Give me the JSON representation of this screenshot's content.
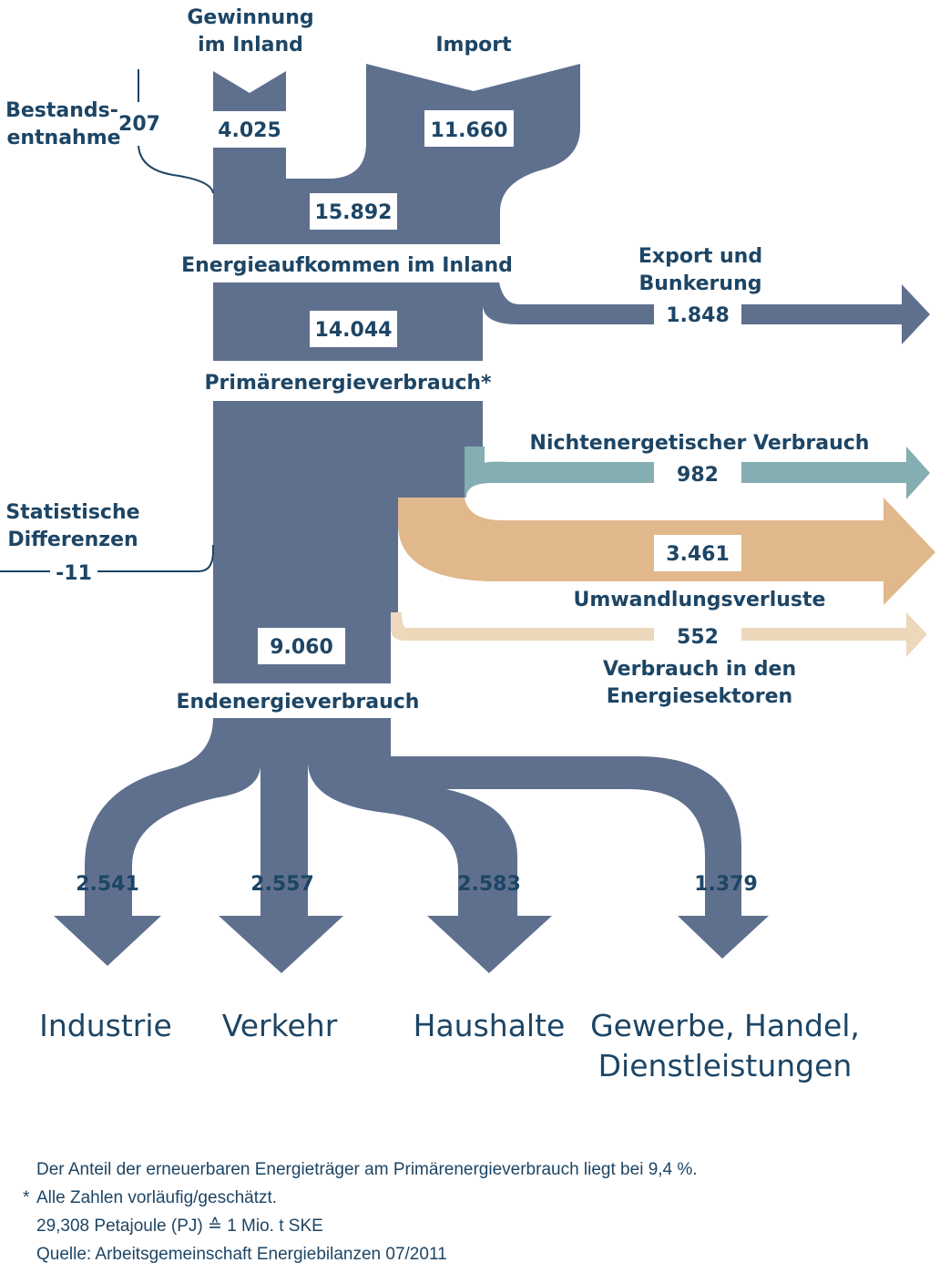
{
  "colors": {
    "main": "#5f708e",
    "teal": "#84aeb1",
    "orange": "#e1b88c",
    "light_orange": "#eed8bb",
    "text": "#1d4565",
    "box": "#ffffff"
  },
  "labels": {
    "gewinnung": [
      "Gewinnung",
      "im Inland"
    ],
    "import": "Import",
    "bestand": [
      "Bestands-",
      "entnahme"
    ],
    "aufkommen": "Energieaufkommen im Inland",
    "export": [
      "Export und",
      "Bunkerung"
    ],
    "primaer": "Primärenergieverbrauch*",
    "nichtenergetisch": "Nichtenergetischer Verbrauch",
    "statistisch": [
      "Statistische",
      "Differenzen"
    ],
    "umwandlung": "Umwandlungsverluste",
    "energiesektoren": [
      "Verbrauch in den",
      "Energiesektoren"
    ],
    "endenergie": "Endenergieverbrauch"
  },
  "values": {
    "gewinnung": "4.025",
    "import": "11.660",
    "bestand": "207",
    "aufkommen": "15.892",
    "export": "1.848",
    "primaer": "14.044",
    "nichtenergetisch": "982",
    "statistisch": "-11",
    "umwandlung": "3.461",
    "energiesektoren": "552",
    "endenergie": "9.060"
  },
  "sectors": [
    {
      "name": "Industrie",
      "value": "2.541"
    },
    {
      "name": "Verkehr",
      "value": "2.557"
    },
    {
      "name": "Haushalte",
      "value": "2.583"
    },
    {
      "name": "Gewerbe, Handel,",
      "name2": "Dienstleistungen",
      "value": "1.379"
    }
  ],
  "notes": {
    "line1": "Der Anteil der erneuerbaren Energieträger am Primärenergieverbrauch liegt bei 9,4 %.",
    "star": "*",
    "line2": "Alle Zahlen vorläufig/geschätzt.",
    "line3": "29,308 Petajoule (PJ) ≙ 1 Mio. t SKE",
    "line4": "Quelle: Arbeitsgemeinschaft Energiebilanzen 07/2011"
  }
}
